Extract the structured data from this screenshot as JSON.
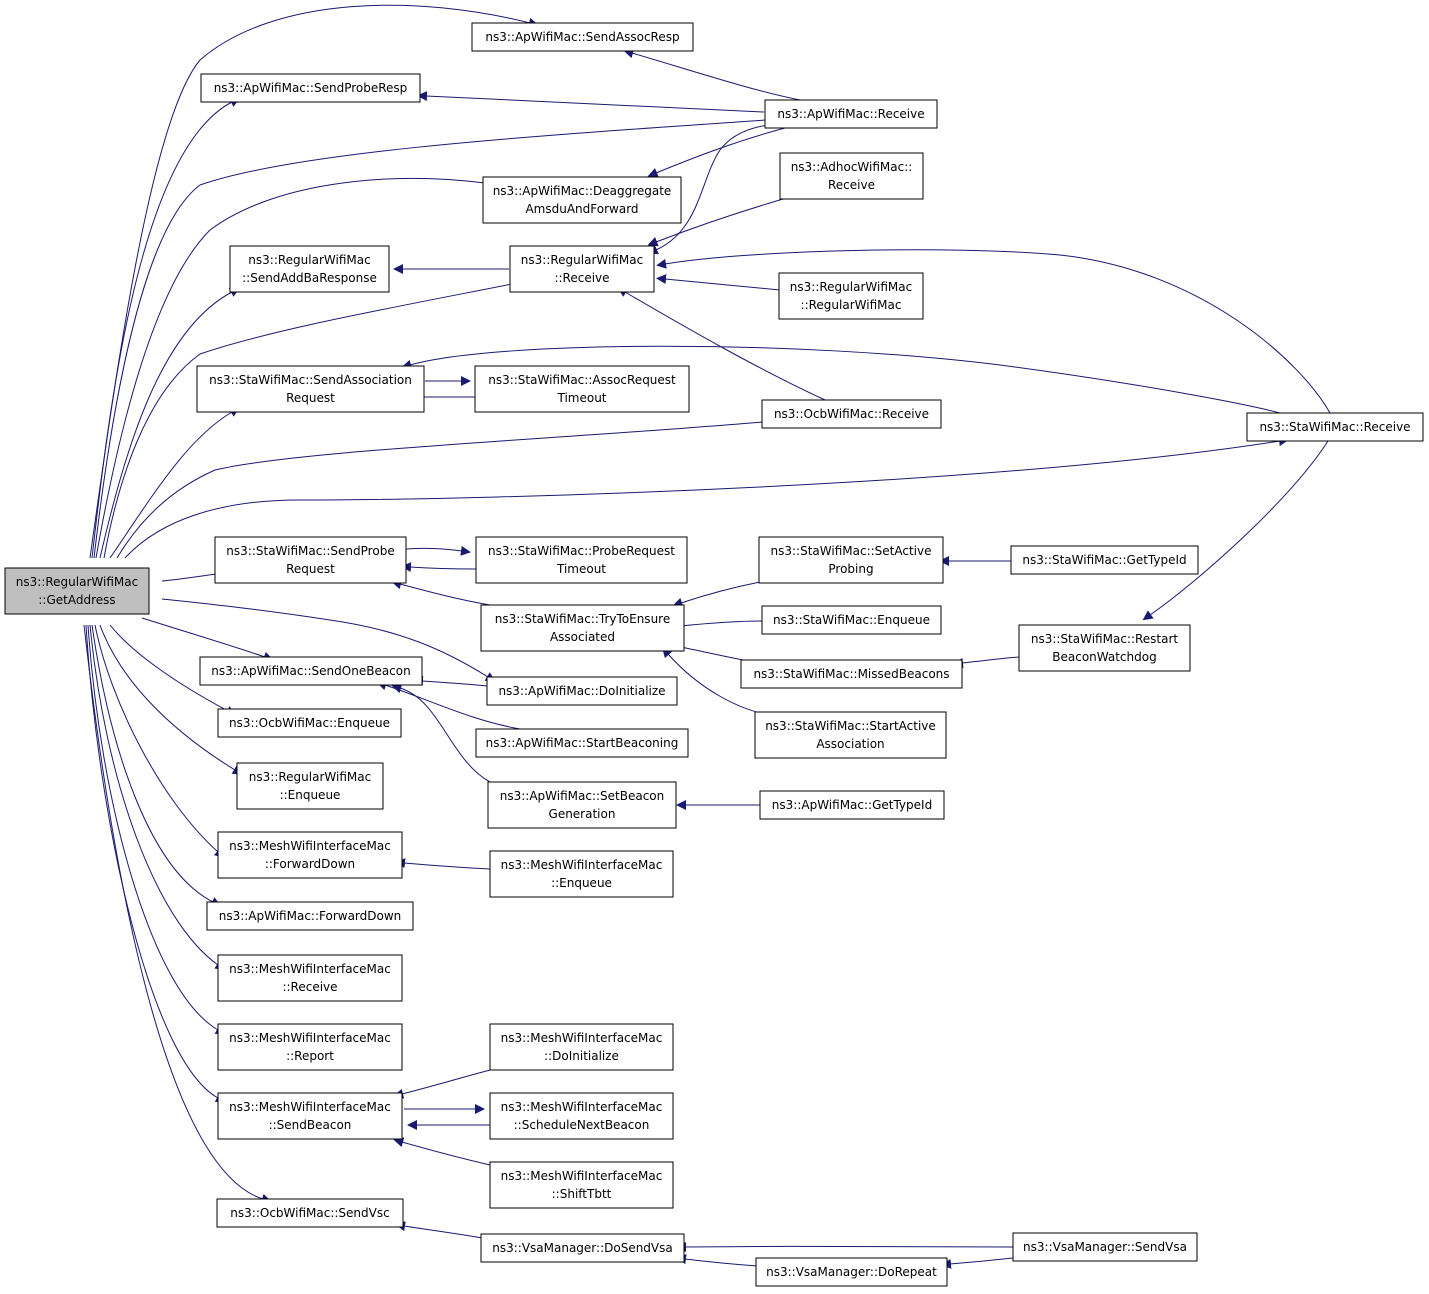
{
  "colors": {
    "edge": "#191970",
    "root_fill": "#bfbfbf",
    "node_fill": "#ffffff",
    "border": "#000000"
  },
  "nodes": [
    {
      "id": "root",
      "lines": [
        "ns3::RegularWifiMac",
        "::GetAddress"
      ]
    },
    {
      "id": "ap_sendassocresp",
      "lines": [
        "ns3::ApWifiMac::SendAssocResp"
      ]
    },
    {
      "id": "ap_sendproberesp",
      "lines": [
        "ns3::ApWifiMac::SendProbeResp"
      ]
    },
    {
      "id": "ap_receive",
      "lines": [
        "ns3::ApWifiMac::Receive"
      ]
    },
    {
      "id": "ap_deaggregate",
      "lines": [
        "ns3::ApWifiMac::Deaggregate",
        "AmsduAndForward"
      ]
    },
    {
      "id": "adhoc_receive",
      "lines": [
        "ns3::AdhocWifiMac::",
        "Receive"
      ]
    },
    {
      "id": "reg_sendaddba",
      "lines": [
        "ns3::RegularWifiMac",
        "::SendAddBaResponse"
      ]
    },
    {
      "id": "reg_receive",
      "lines": [
        "ns3::RegularWifiMac",
        "::Receive"
      ]
    },
    {
      "id": "reg_ctor",
      "lines": [
        "ns3::RegularWifiMac",
        "::RegularWifiMac"
      ]
    },
    {
      "id": "sta_sendassocreq",
      "lines": [
        "ns3::StaWifiMac::SendAssociation",
        "Request"
      ]
    },
    {
      "id": "sta_assoctimeout",
      "lines": [
        "ns3::StaWifiMac::AssocRequest",
        "Timeout"
      ]
    },
    {
      "id": "ocb_receive",
      "lines": [
        "ns3::OcbWifiMac::Receive"
      ]
    },
    {
      "id": "sta_receive",
      "lines": [
        "ns3::StaWifiMac::Receive"
      ]
    },
    {
      "id": "sta_sendprobe",
      "lines": [
        "ns3::StaWifiMac::SendProbe",
        "Request"
      ]
    },
    {
      "id": "sta_probetimeout",
      "lines": [
        "ns3::StaWifiMac::ProbeRequest",
        "Timeout"
      ]
    },
    {
      "id": "sta_setactive",
      "lines": [
        "ns3::StaWifiMac::SetActive",
        "Probing"
      ]
    },
    {
      "id": "sta_gettypeid",
      "lines": [
        "ns3::StaWifiMac::GetTypeId"
      ]
    },
    {
      "id": "sta_trytoensure",
      "lines": [
        "ns3::StaWifiMac::TryToEnsure",
        "Associated"
      ]
    },
    {
      "id": "sta_enqueue",
      "lines": [
        "ns3::StaWifiMac::Enqueue"
      ]
    },
    {
      "id": "sta_restart",
      "lines": [
        "ns3::StaWifiMac::Restart",
        "BeaconWatchdog"
      ]
    },
    {
      "id": "sta_missed",
      "lines": [
        "ns3::StaWifiMac::MissedBeacons"
      ]
    },
    {
      "id": "ap_sendonebeacon",
      "lines": [
        "ns3::ApWifiMac::SendOneBeacon"
      ]
    },
    {
      "id": "ap_doinit",
      "lines": [
        "ns3::ApWifiMac::DoInitialize"
      ]
    },
    {
      "id": "sta_startactive",
      "lines": [
        "ns3::StaWifiMac::StartActive",
        "Association"
      ]
    },
    {
      "id": "ocb_enqueue",
      "lines": [
        "ns3::OcbWifiMac::Enqueue"
      ]
    },
    {
      "id": "ap_startbeacon",
      "lines": [
        "ns3::ApWifiMac::StartBeaconing"
      ]
    },
    {
      "id": "reg_enqueue",
      "lines": [
        "ns3::RegularWifiMac",
        "::Enqueue"
      ]
    },
    {
      "id": "ap_setbeacongen",
      "lines": [
        "ns3::ApWifiMac::SetBeacon",
        "Generation"
      ]
    },
    {
      "id": "ap_gettypeid",
      "lines": [
        "ns3::ApWifiMac::GetTypeId"
      ]
    },
    {
      "id": "mesh_forwarddown",
      "lines": [
        "ns3::MeshWifiInterfaceMac",
        "::ForwardDown"
      ]
    },
    {
      "id": "mesh_enqueue",
      "lines": [
        "ns3::MeshWifiInterfaceMac",
        "::Enqueue"
      ]
    },
    {
      "id": "ap_forwarddown",
      "lines": [
        "ns3::ApWifiMac::ForwardDown"
      ]
    },
    {
      "id": "mesh_receive",
      "lines": [
        "ns3::MeshWifiInterfaceMac",
        "::Receive"
      ]
    },
    {
      "id": "mesh_report",
      "lines": [
        "ns3::MeshWifiInterfaceMac",
        "::Report"
      ]
    },
    {
      "id": "mesh_doinit",
      "lines": [
        "ns3::MeshWifiInterfaceMac",
        "::DoInitialize"
      ]
    },
    {
      "id": "mesh_sendbeacon",
      "lines": [
        "ns3::MeshWifiInterfaceMac",
        "::SendBeacon"
      ]
    },
    {
      "id": "mesh_schedule",
      "lines": [
        "ns3::MeshWifiInterfaceMac",
        "::ScheduleNextBeacon"
      ]
    },
    {
      "id": "mesh_shift",
      "lines": [
        "ns3::MeshWifiInterfaceMac",
        "::ShiftTbtt"
      ]
    },
    {
      "id": "ocb_sendvsc",
      "lines": [
        "ns3::OcbWifiMac::SendVsc"
      ]
    },
    {
      "id": "vsa_dosend",
      "lines": [
        "ns3::VsaManager::DoSendVsa"
      ]
    },
    {
      "id": "vsa_send",
      "lines": [
        "ns3::VsaManager::SendVsa"
      ]
    },
    {
      "id": "vsa_dorepeat",
      "lines": [
        "ns3::VsaManager::DoRepeat"
      ]
    }
  ]
}
